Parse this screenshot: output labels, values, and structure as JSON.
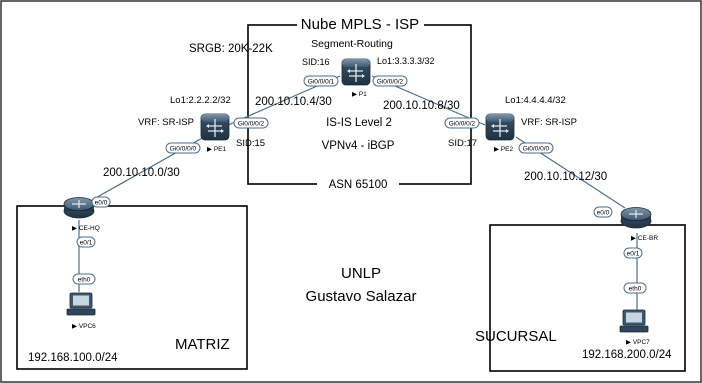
{
  "cloud": {
    "title": "Nube MPLS - ISP",
    "srgb": "SRGB: 20K-22K",
    "segment_routing": "Segment-Routing",
    "isis": "IS-IS Level 2",
    "vpnv4": "VPNv4 - iBGP",
    "asn": "ASN 65100"
  },
  "links": {
    "pe1_p1": "200.10.10.4/30",
    "p1_pe2": "200.10.10.8/30",
    "ce_hq_pe1": "200.10.10.0/30",
    "pe2_ce_br": "200.10.10.12/30"
  },
  "routers": {
    "p1": {
      "name": "P1",
      "sid": "SID:16",
      "loopback": "Lo1:3.3.3.3/32",
      "if_left": "Gi0/0/0/1",
      "if_right": "Gi0/0/0/2"
    },
    "pe1": {
      "name": "PE1",
      "sid": "SID:15",
      "loopback": "Lo1:2.2.2.2/32",
      "vrf": "VRF: SR-ISP",
      "if_right": "Gi0/0/0/2",
      "if_left": "Gi0/0/0/0"
    },
    "pe2": {
      "name": "PE2",
      "sid": "SID:17",
      "loopback": "Lo1:4.4.4.4/32",
      "vrf": "VRF: SR-ISP",
      "if_left": "Gi0/0/0/2",
      "if_right": "Gi0/0/0/0"
    },
    "ce_hq": {
      "name": "CE-HQ",
      "if_up": "e0/0",
      "if_down": "e0/1"
    },
    "ce_br": {
      "name": "CE-BR",
      "if_up": "e0/0",
      "if_down": "e0/1"
    }
  },
  "hosts": {
    "vpc6": {
      "name": "VPC6",
      "if": "eth0"
    },
    "vpc7": {
      "name": "VPC7",
      "if": "eth0"
    }
  },
  "sites": {
    "matriz": {
      "label": "MATRIZ",
      "subnet": "192.168.100.0/24"
    },
    "sucursal": {
      "label": "SUCURSAL",
      "subnet": "192.168.200.0/24"
    }
  },
  "credits": {
    "line1": "UNLP",
    "line2": "Gustavo Salazar"
  }
}
